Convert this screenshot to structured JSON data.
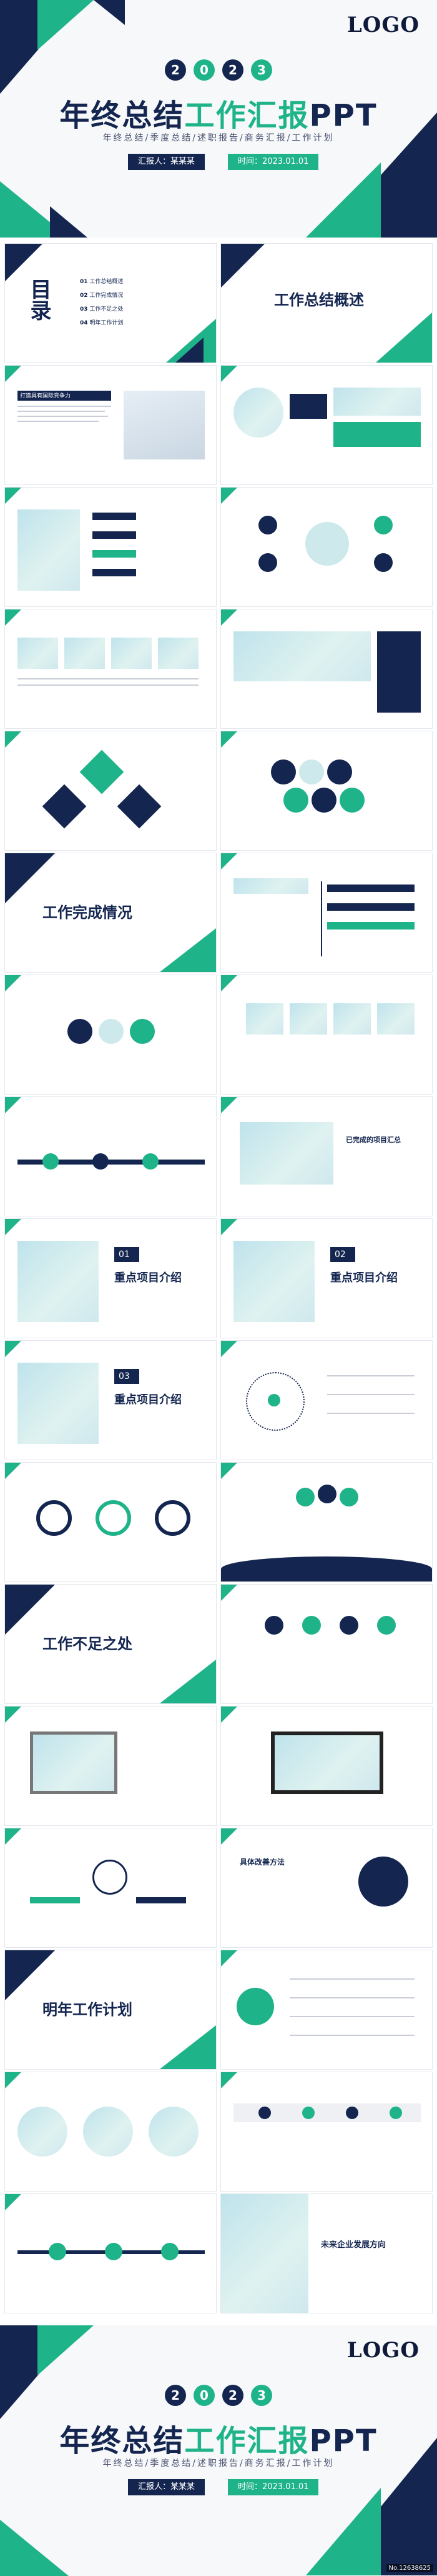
{
  "cover": {
    "logo": "LOGO",
    "year_digits": [
      "2",
      "0",
      "2",
      "3"
    ],
    "title_part1": "年终总结",
    "title_part2": "工作汇报",
    "title_part3": "PPT",
    "subtitle": "年终总结/季度总结/述职报告/商务汇报/工作计划",
    "reporter": "汇报人：某某某",
    "date": "时间：2023.01.01"
  },
  "slides": {
    "toc_title": "目录",
    "toc_items": [
      {
        "num": "01",
        "label": "工作总结概述"
      },
      {
        "num": "02",
        "label": "工作完成情况"
      },
      {
        "num": "03",
        "label": "工作不足之处"
      },
      {
        "num": "04",
        "label": "明年工作计划"
      }
    ],
    "section1": "工作总结概述",
    "section2": "工作完成情况",
    "section3": "工作不足之处",
    "section4": "明年工作计划",
    "intro_head": "打造具有国际竞争力",
    "item01_num": "01",
    "item01_label": "重点项目介绍",
    "item02_num": "02",
    "item02_label": "重点项目介绍",
    "item03_num": "03",
    "item03_label": "重点项目介绍",
    "summary_label": "已完成的项目汇总",
    "plan_label": "具体改善方法",
    "future_label": "未来企业发展方向"
  },
  "watermark": "No.12638625"
}
